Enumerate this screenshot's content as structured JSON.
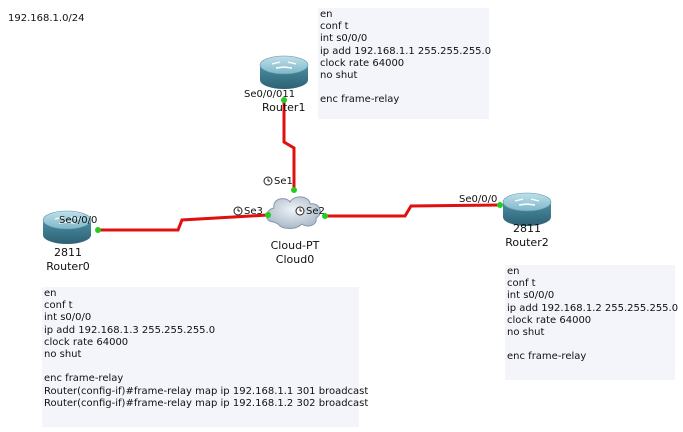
{
  "network_label": "192.168.1.0/24",
  "notes": {
    "router1": "en\nconf t\nint s0/0/0\nip add 192.168.1.1 255.255.255.0\nclock rate 64000\nno shut\n\nenc frame-relay",
    "router0": "en\nconf t\nint s0/0/0\nip add 192.168.1.3 255.255.255.0\nclock rate 64000\nno shut\n\nenc frame-relay\nRouter(config-if)#frame-relay map ip 192.168.1.1 301 broadcast\nRouter(config-if)#frame-relay map ip 192.168.1.2 302 broadcast",
    "router2": "en\nconf t\nint s0/0/0\nip add 192.168.1.2 255.255.255.0\nclock rate 64000\nno shut\n\nenc frame-relay"
  },
  "devices": {
    "router1": {
      "port": "Se0/0/0",
      "name": "Router1",
      "suffix": "11"
    },
    "router0": {
      "model": "2811",
      "name": "Router0",
      "port": "Se0/0/0"
    },
    "router2": {
      "model": "2811",
      "name": "Router2",
      "port": "Se0/0/0"
    },
    "cloud": {
      "model": "Cloud-PT",
      "name": "Cloud0",
      "ports": {
        "se1": "Se1",
        "se2": "Se2",
        "se3": "Se3"
      }
    }
  },
  "colors": {
    "link": "#e01010",
    "port_dot": "#22cc22",
    "note_bg": "#f3f5fa",
    "router_body": "#3d7e91"
  }
}
